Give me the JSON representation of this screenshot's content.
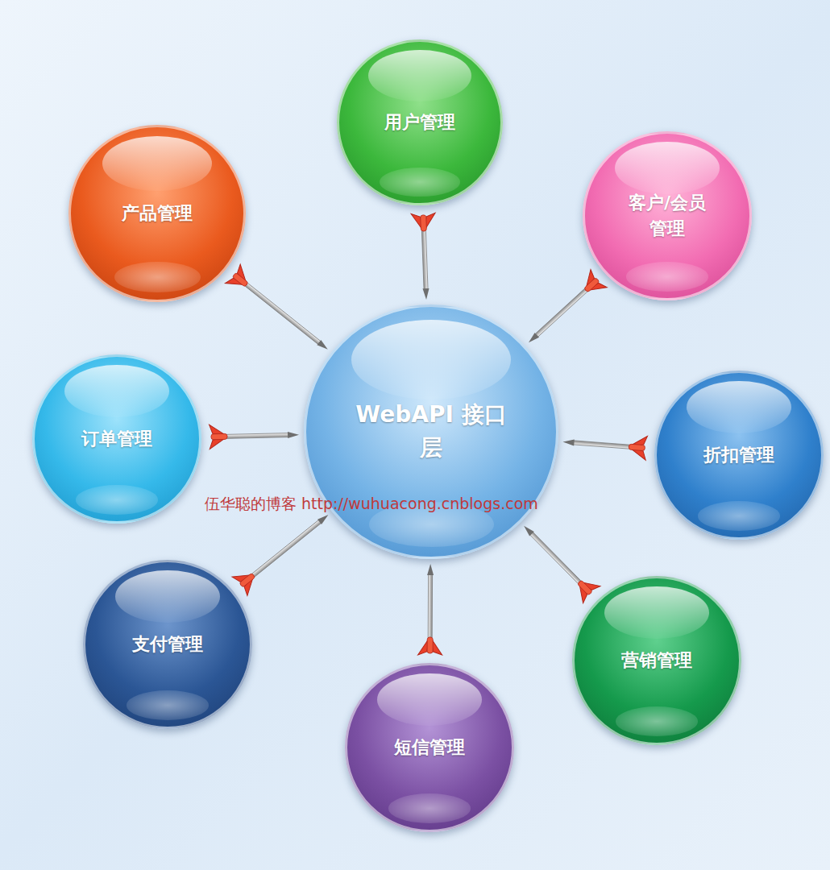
{
  "diagram": {
    "nodes": [
      {
        "text": [
          "WebAPI 接口层"
        ]
      },
      {
        "text": [
          "用户管理"
        ]
      },
      {
        "text": [
          "产品管理"
        ]
      },
      {
        "text": [
          "客户/会员 管理"
        ]
      },
      {
        "text": [
          "订单管理"
        ]
      },
      {
        "text": [
          "折扣管理"
        ]
      },
      {
        "text": [
          "支付管理"
        ]
      },
      {
        "text": [
          "营销管理"
        ]
      },
      {
        "text": [
          "短信管理"
        ]
      }
    ],
    "edges": [
      {
        "from": 1,
        "to": 0,
        "arrow": "to"
      },
      {
        "from": 2,
        "to": 0,
        "arrow": "to"
      },
      {
        "from": 3,
        "to": 0,
        "arrow": "to"
      },
      {
        "from": 4,
        "to": 0,
        "arrow": "to"
      },
      {
        "from": 5,
        "to": 0,
        "arrow": "to"
      },
      {
        "from": 6,
        "to": 0,
        "arrow": "to"
      },
      {
        "from": 7,
        "to": 0,
        "arrow": "to"
      },
      {
        "from": 8,
        "to": 0,
        "arrow": "to"
      }
    ],
    "labels": [
      "伍华聪的博客 http://wuhuacong.cnblogs.com"
    ]
  }
}
